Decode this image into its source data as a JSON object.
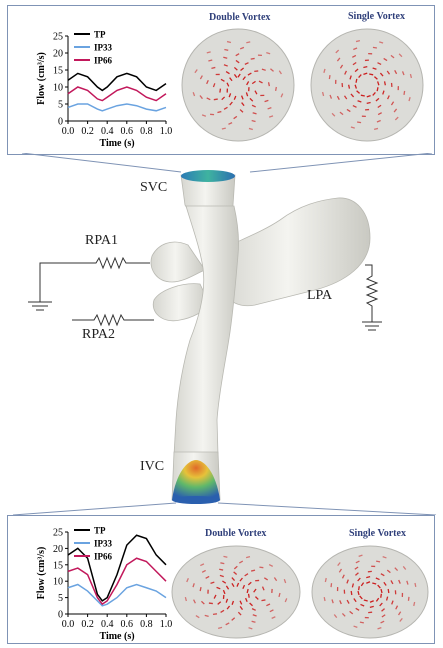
{
  "top_panel": {
    "vortex_titles": [
      "Double Vortex",
      "Single Vortex"
    ],
    "chart_data": {
      "type": "line",
      "xlabel": "Time (s)",
      "ylabel": "Flow (cm³/s)",
      "xlim": [
        0.0,
        1.0
      ],
      "ylim": [
        0,
        25
      ],
      "xticks": [
        "0.0",
        "0.2",
        "0.4",
        "0.6",
        "0.8",
        "1.0"
      ],
      "yticks": [
        "0",
        "5",
        "10",
        "15",
        "20",
        "25"
      ],
      "x": [
        0.0,
        0.1,
        0.2,
        0.3,
        0.35,
        0.4,
        0.5,
        0.6,
        0.7,
        0.8,
        0.9,
        1.0
      ],
      "series": [
        {
          "name": "TP",
          "color": "#000000",
          "values": [
            12,
            14,
            13,
            10,
            9,
            10,
            13,
            14,
            13,
            10,
            9,
            11
          ]
        },
        {
          "name": "IP33",
          "color": "#6aa3e0",
          "values": [
            4,
            5,
            5,
            3.5,
            3,
            3.5,
            4.5,
            5,
            4.5,
            3.5,
            3,
            4
          ]
        },
        {
          "name": "IP66",
          "color": "#c2185b",
          "values": [
            8,
            10,
            9,
            6.5,
            6,
            7,
            9,
            10,
            9,
            7,
            6,
            8
          ]
        }
      ]
    }
  },
  "bottom_panel": {
    "vortex_titles": [
      "Double Vortex",
      "Single Vortex"
    ],
    "chart_data": {
      "type": "line",
      "xlabel": "Time (s)",
      "ylabel": "Flow (cm³/s)",
      "xlim": [
        0.0,
        1.0
      ],
      "ylim": [
        0,
        25
      ],
      "xticks": [
        "0.0",
        "0.2",
        "0.4",
        "0.6",
        "0.8",
        "1.0"
      ],
      "yticks": [
        "0",
        "5",
        "10",
        "15",
        "20",
        "25"
      ],
      "x": [
        0.0,
        0.1,
        0.2,
        0.3,
        0.35,
        0.4,
        0.5,
        0.6,
        0.7,
        0.8,
        0.9,
        1.0
      ],
      "series": [
        {
          "name": "TP",
          "color": "#000000",
          "values": [
            18,
            20,
            17,
            6,
            4,
            5,
            12,
            21,
            24,
            23,
            18,
            15
          ]
        },
        {
          "name": "IP33",
          "color": "#6aa3e0",
          "values": [
            8,
            9,
            7,
            4,
            2.5,
            3,
            5,
            8,
            9,
            8,
            7,
            5
          ]
        },
        {
          "name": "IP66",
          "color": "#c2185b",
          "values": [
            13,
            14,
            12,
            5,
            3,
            4,
            9,
            15,
            17,
            16,
            13,
            10
          ]
        }
      ]
    }
  },
  "anatomy": {
    "labels": {
      "svc": "SVC",
      "ivc": "IVC",
      "rpa1": "RPA1",
      "rpa2": "RPA2",
      "lpa": "LPA"
    },
    "colors": {
      "vessel": "#eeeee9",
      "vessel_shade": "#c8c8c2",
      "panel_border": "#7f93b5",
      "vortex_red": "#cc1f1f"
    }
  }
}
